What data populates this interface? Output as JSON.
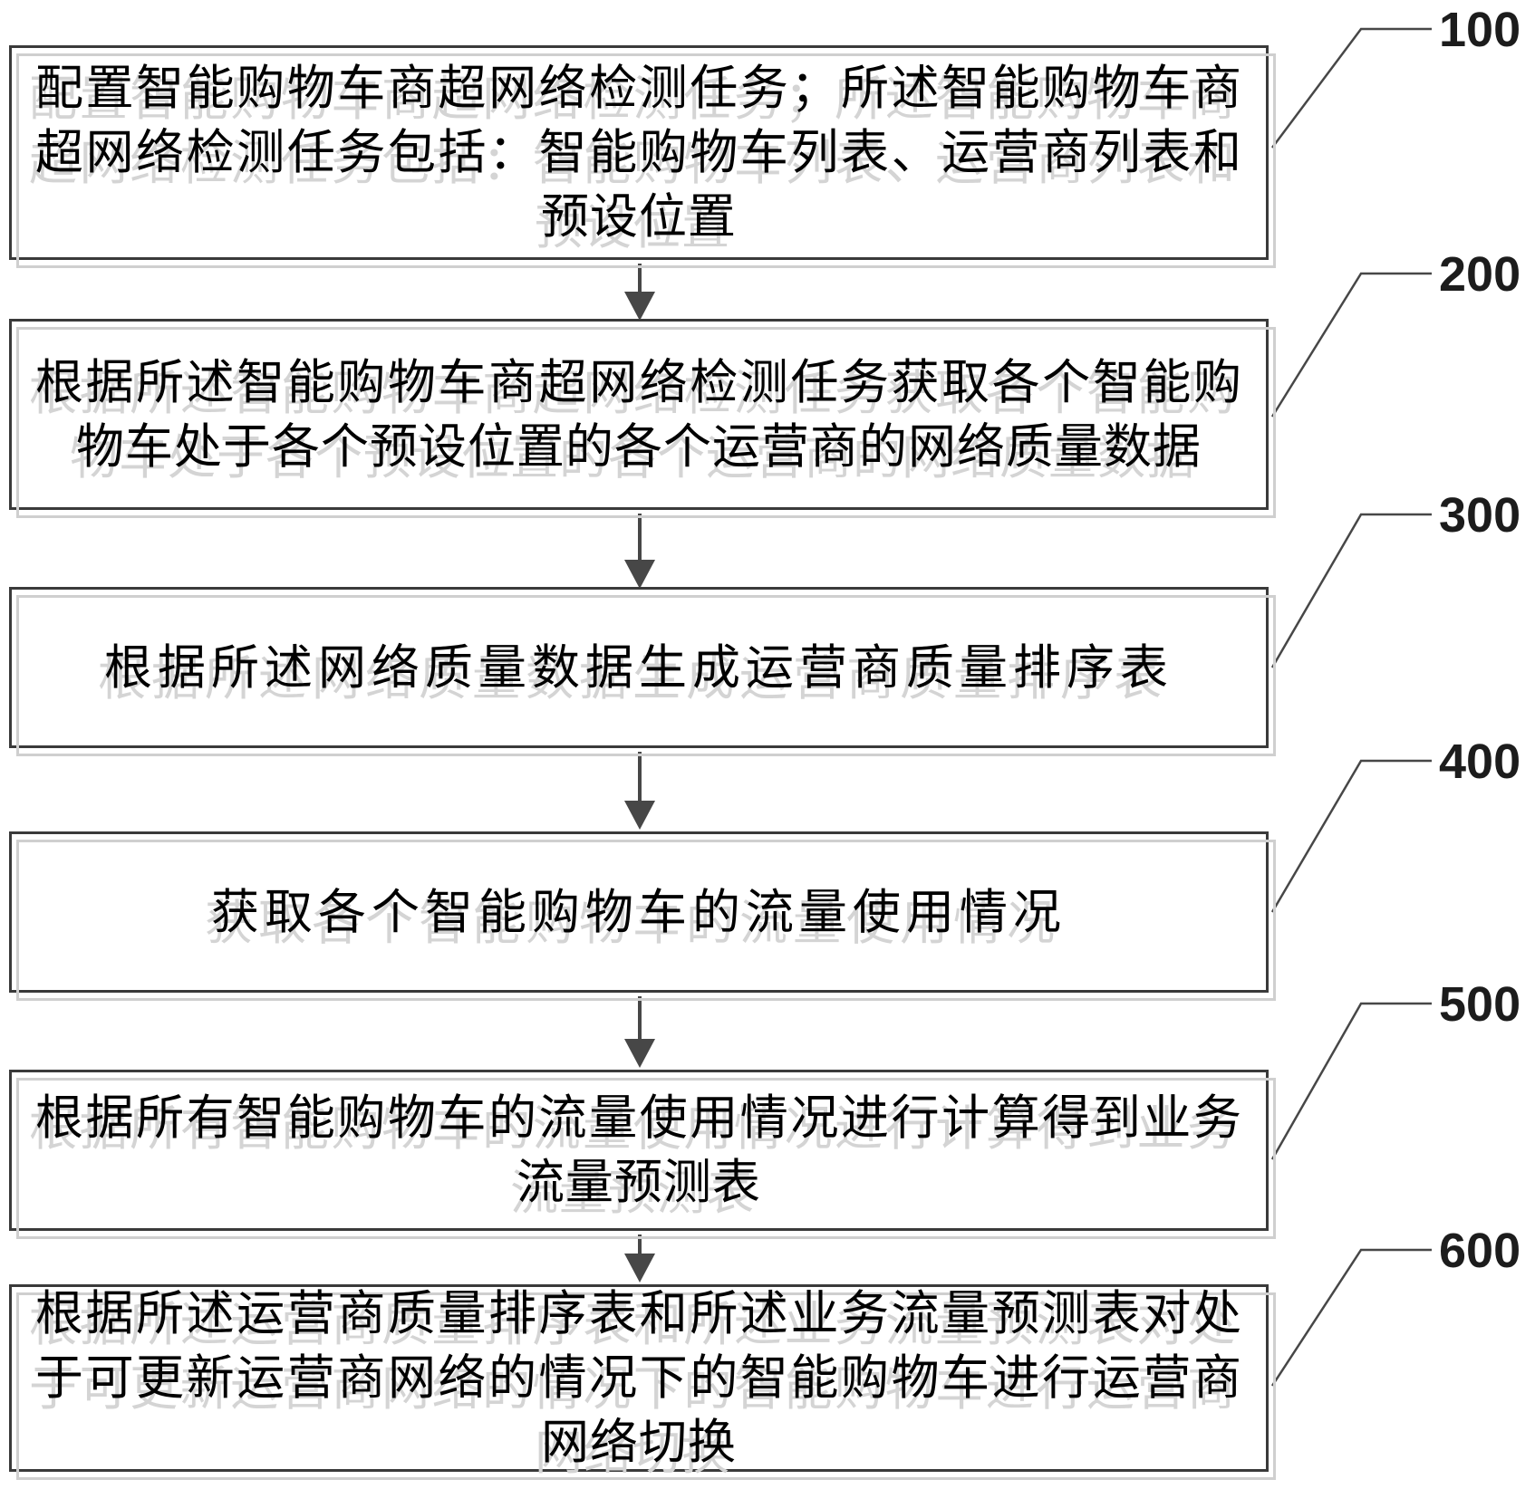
{
  "diagram": {
    "type": "flowchart",
    "orientation": "top-down",
    "background_color": "#ffffff",
    "box_border_color": "#3a3a3a",
    "shadow_color": "#cfcfcf",
    "connector_color": "#474747",
    "text_color": "#000000",
    "steps": [
      {
        "ref_label": "100",
        "text": "配置智能购物车商超网络检测任务；所述智能购物车商超网络检测任务包括：智能购物车列表、运营商列表和预设位置"
      },
      {
        "ref_label": "200",
        "text": "根据所述智能购物车商超网络检测任务获取各个智能购物车处于各个预设位置的各个运营商的网络质量数据"
      },
      {
        "ref_label": "300",
        "text": "根据所述网络质量数据生成运营商质量排序表"
      },
      {
        "ref_label": "400",
        "text": "获取各个智能购物车的流量使用情况"
      },
      {
        "ref_label": "500",
        "text": "根据所有智能购物车的流量使用情况进行计算得到业务流量预测表"
      },
      {
        "ref_label": "600",
        "text": "根据所述运营商质量排序表和所述业务流量预测表对处于可更新运营商网络的情况下的智能购物车进行运营商网络切换"
      }
    ]
  }
}
